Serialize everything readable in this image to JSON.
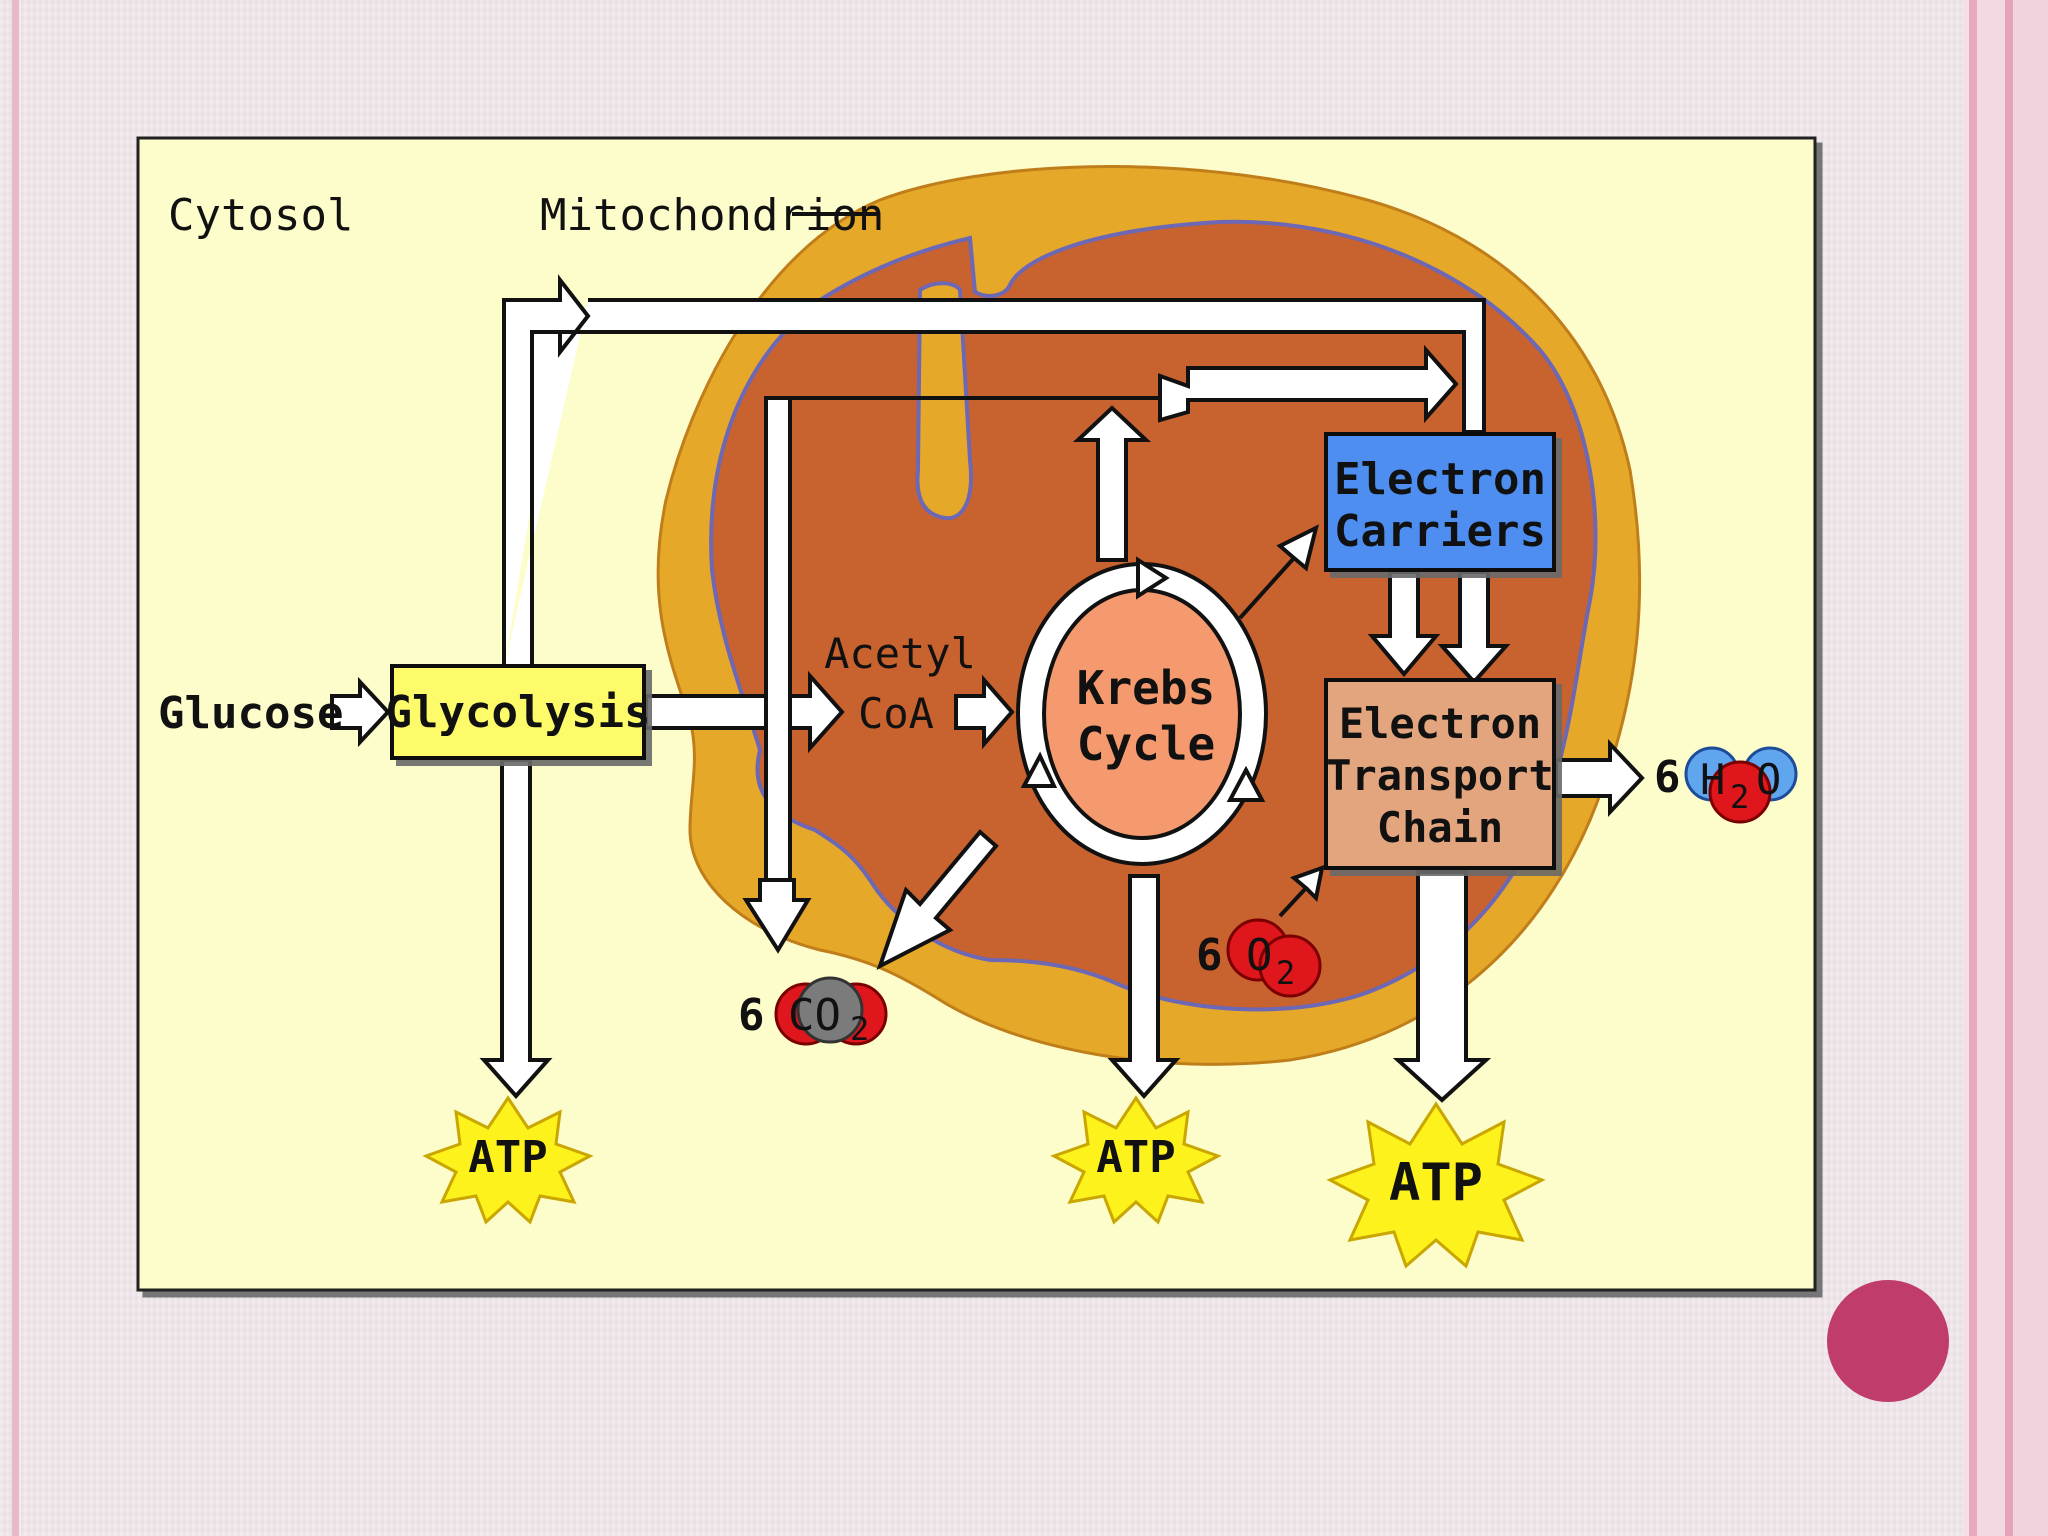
{
  "labels": {
    "cytosol": "Cytosol",
    "mitochondrion": "Mitochondrion",
    "glucose": "Glucose",
    "glycolysis": "Glycolysis",
    "acetyl_line1": "Acetyl",
    "acetyl_line2": "CoA",
    "krebs_line1": "Krebs",
    "krebs_line2": "Cycle",
    "carriers_line1": "Electron",
    "carriers_line2": "Carriers",
    "etc_line1": "Electron",
    "etc_line2": "Transport",
    "etc_line3": "Chain",
    "atp_glycolysis": "ATP",
    "atp_krebs": "ATP",
    "atp_etc": "ATP",
    "co2_coef": "6",
    "co2_label": "CO",
    "co2_sub": "2",
    "o2_coef": "6",
    "o2_label": "O",
    "o2_sub": "2",
    "h2o_coef": "6",
    "h2o_h": "H",
    "h2o_sub": "2",
    "h2o_o": "O"
  },
  "colors": {
    "panel": "#fdfccb",
    "mito_outer": "#e6a829",
    "mito_inner": "#c8622e",
    "membrane_line": "#6d68b5",
    "glycolysis_box": "#fdfb6a",
    "carriers_box": "#4d8ef0",
    "etc_box": "#e3a57e",
    "krebs_fill": "#f59a6e",
    "atp_burst": "#fdf21c",
    "oxygen_atom": "#e0161d",
    "carbon_atom": "#7b7b7b",
    "hydrogen_atom": "#5fa6ee",
    "accent_circle": "#c03c6a"
  }
}
